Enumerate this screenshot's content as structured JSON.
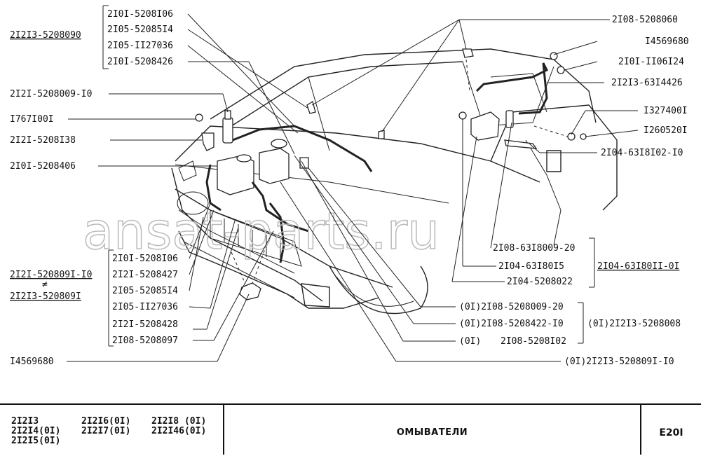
{
  "watermark": "ansat-parts.ru",
  "labels": {
    "left_group_header": "2I2I3-5208090",
    "top_group": [
      "2I0I-5208I06",
      "2I05-52085I4",
      "2I05-II27036",
      "2I0I-5208426"
    ],
    "l_5208009": "2I2I-5208009-I0",
    "l_1767": "I767I00I",
    "l_520813": "2I2I-5208I38",
    "l_5208406": "2I0I-5208406",
    "mid_group": [
      "2I0I-5208I06",
      "2I2I-5208427",
      "2I05-52085I4",
      "2I05-II27036",
      "2I2I-5208428",
      "2I08-5208097"
    ],
    "mid_group_header_1": "2I2I-520809I-I0",
    "mid_group_header_2": "2I2I3-520809I",
    "l_14569680_bottom": "I4569680",
    "r_5208060": "2I08-5208060",
    "r_14569680": "I4569680",
    "r_110612": "2I0I-II06I24",
    "r_634426": "2I2I3-63I4426",
    "r_1327400": "I327400I",
    "r_1260520": "I260520I",
    "r_6318102": "2I04-63I8I02-I0",
    "r_6318009": "2I08-63I8009-20",
    "r_6318015": "2I04-63I80I5",
    "r_6318011": "2I04-63I80II-0I",
    "r_5208022": "2I04-5208022",
    "r_5208009_20": "(0I)2I08-5208009-20",
    "r_5208422": "(0I)2I08-5208422-I0",
    "r_5208008": "(0I)2I2I3-5208008",
    "r_5208102_pre": "(0I)",
    "r_5208102": "2I08-5208I02",
    "r_5208091_bottom": "(0I)2I2I3-520809I-I0"
  },
  "footer": {
    "models": [
      [
        "2I2I3",
        "2I2I6(0I)",
        "2I2I8 (0I)"
      ],
      [
        "2I2I4(0I)",
        "2I2I7(0I)",
        "2I2I46(0I)"
      ],
      [
        "2I2I5(0I)",
        "",
        ""
      ]
    ],
    "title": "ОМЫВАТЕЛИ",
    "code": "E20I"
  }
}
